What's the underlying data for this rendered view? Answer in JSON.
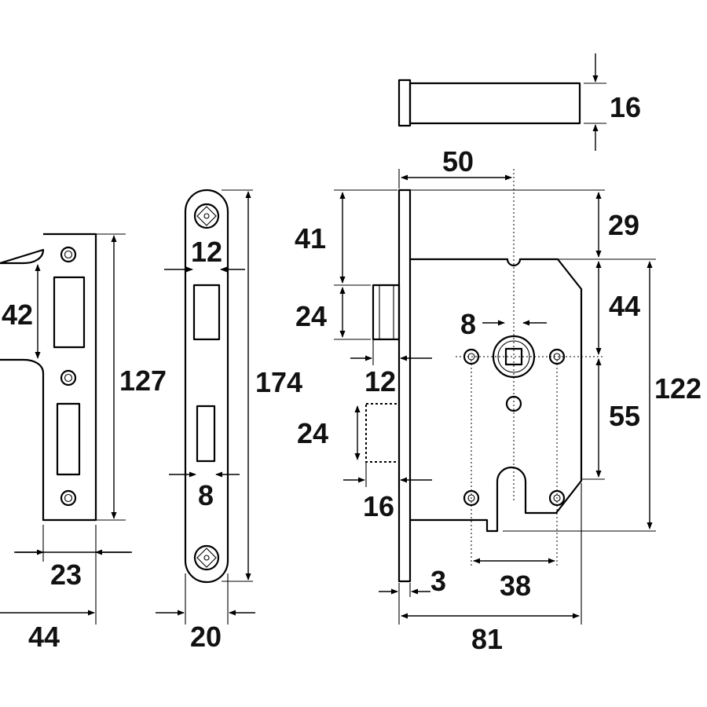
{
  "colors": {
    "line": "#000000",
    "background": "#ffffff",
    "text": "#111111"
  },
  "dimensions": {
    "strike_plate_width": "23",
    "strike_plate_overall_width": "44",
    "strike_plate_lip_height": "42",
    "strike_plate_height": "127",
    "forend_width": "20",
    "forend_height": "174",
    "forend_latch_slot": "12",
    "forend_bolt_slot": "8",
    "keeper_diameter": "16",
    "backset": "50",
    "forend_top_offset": "29",
    "latch_offset": "41",
    "latch_height": "24",
    "latch_projection": "12",
    "bolt_height": "24",
    "bolt_projection": "16",
    "follower_size": "8",
    "follower_to_top": "44",
    "centres": "55",
    "case_height": "122",
    "fixing_centres": "38",
    "forend_thickness": "3",
    "case_depth": "81"
  }
}
